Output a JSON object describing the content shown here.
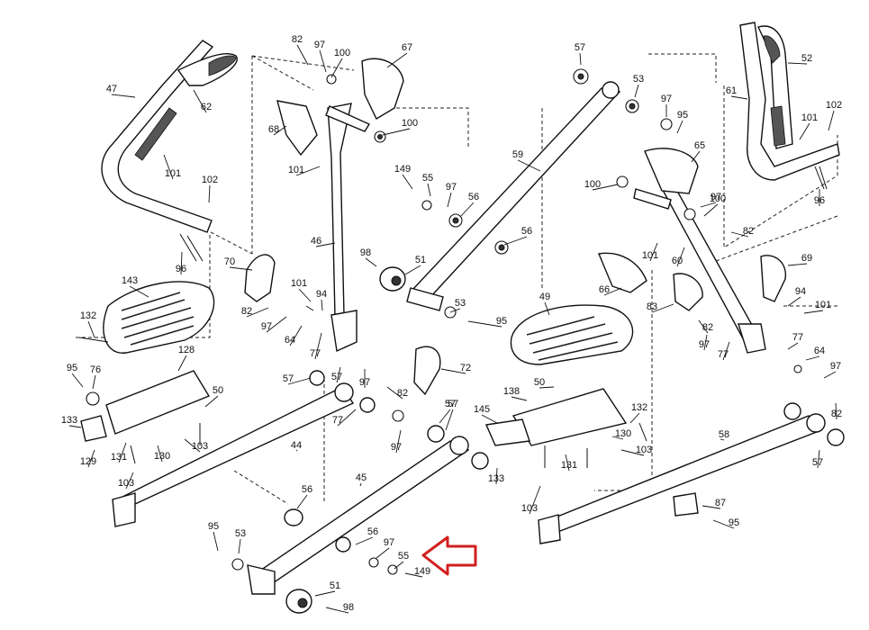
{
  "callout": {
    "color": "#d21f1f",
    "target_part": "55"
  },
  "labels": [
    "82",
    "97",
    "100",
    "67",
    "47",
    "62",
    "68",
    "100",
    "101",
    "101",
    "102",
    "96",
    "70",
    "82",
    "101",
    "94",
    "97",
    "64",
    "77",
    "46",
    "143",
    "132",
    "128",
    "95",
    "76",
    "50",
    "133",
    "129",
    "131",
    "103",
    "130",
    "103",
    "57",
    "77",
    "97",
    "57",
    "82",
    "98",
    "51",
    "149",
    "55",
    "97",
    "56",
    "72",
    "57",
    "59",
    "57",
    "53",
    "97",
    "95",
    "56",
    "53",
    "95",
    "97",
    "65",
    "100",
    "97",
    "82",
    "100",
    "101",
    "60",
    "66",
    "83",
    "82",
    "97",
    "77",
    "69",
    "94",
    "101",
    "77",
    "64",
    "97",
    "82",
    "61",
    "52",
    "101",
    "102",
    "96",
    "49",
    "50",
    "138",
    "132",
    "145",
    "130",
    "103",
    "131",
    "133",
    "103",
    "57",
    "58",
    "57",
    "87",
    "95",
    "44",
    "45",
    "56",
    "95",
    "53",
    "56",
    "97",
    "55",
    "149",
    "51",
    "98"
  ]
}
